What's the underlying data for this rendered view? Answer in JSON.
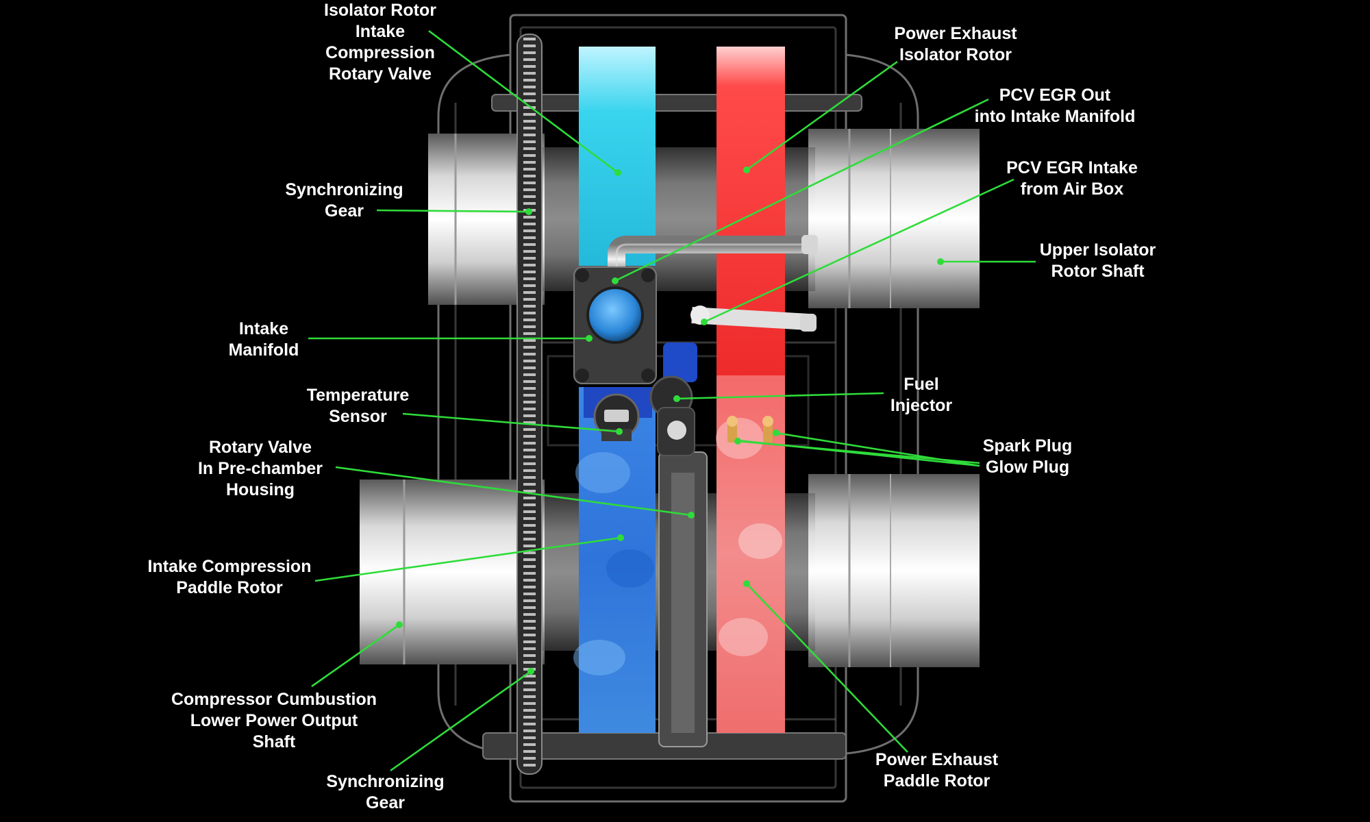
{
  "colors": {
    "background": "#000000",
    "leader_line": "#2fdc3a",
    "intake_flow": "#2ec8e8",
    "intake_compression": "#2f7fe0",
    "exhaust_flow": "#ff3b3b",
    "exhaust_paddle": "#f06a6a",
    "label_text": "#ffffff"
  },
  "labels": {
    "isolator_rotor_intake": [
      "Isolator Rotor",
      "Intake",
      "Compression",
      "Rotary Valve"
    ],
    "power_exhaust_isolator": [
      "Power Exhaust",
      "Isolator Rotor"
    ],
    "pcv_egr_out": [
      "PCV EGR Out",
      "into Intake Manifold"
    ],
    "pcv_egr_intake": [
      "PCV EGR Intake",
      "from Air Box"
    ],
    "sync_gear_top": [
      "Synchronizing",
      "Gear"
    ],
    "upper_isolator_shaft": [
      "Upper Isolator",
      "Rotor Shaft"
    ],
    "intake_manifold": [
      "Intake",
      "Manifold"
    ],
    "fuel_injector": [
      "Fuel",
      "Injector"
    ],
    "temperature_sensor": [
      "Temperature",
      "Sensor"
    ],
    "spark_glow_plug": [
      "Spark Plug",
      "Glow Plug"
    ],
    "rotary_valve_prechamber": [
      "Rotary Valve",
      "In Pre-chamber",
      "Housing"
    ],
    "intake_compression_paddle": [
      "Intake Compression",
      "Paddle Rotor"
    ],
    "compressor_lower_shaft": [
      "Compressor Cumbustion",
      "Lower Power Output",
      "Shaft"
    ],
    "sync_gear_bottom": [
      "Synchronizing",
      "Gear"
    ],
    "power_exhaust_paddle": [
      "Power Exhaust",
      "Paddle Rotor"
    ]
  }
}
